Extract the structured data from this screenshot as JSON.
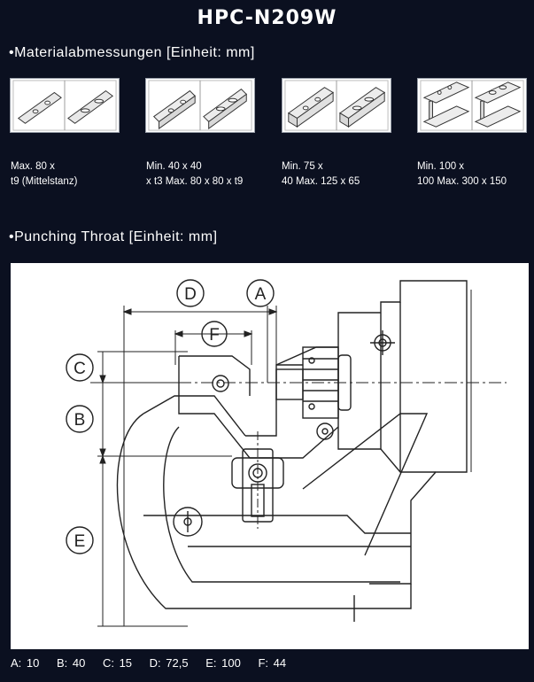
{
  "title": "HPC-N209W",
  "section1": {
    "heading": "•Materialabmessungen [Einheit: mm]"
  },
  "materials": [
    {
      "icon": "flat-bar-icon",
      "line1": "Max. 80 x",
      "line2": "t9 (Mittelstanz)"
    },
    {
      "icon": "angle-iron-icon",
      "line1": "Min. 40 x 40",
      "line2": "x t3 Max. 80 x 80 x t9"
    },
    {
      "icon": "channel-icon",
      "line1": "Min. 75 x",
      "line2": "40 Max. 125 x 65"
    },
    {
      "icon": "h-beam-icon",
      "line1": "Min. 100 x",
      "line2": "100 Max. 300 x 150"
    }
  ],
  "section2": {
    "heading": "•Punching Throat [Einheit: mm]"
  },
  "drawing_labels": {
    "A": "A",
    "B": "B",
    "C": "C",
    "D": "D",
    "E": "E",
    "F": "F"
  },
  "dimensions": [
    {
      "label": "A: 10"
    },
    {
      "label": "B: 40"
    },
    {
      "label": "C: 15"
    },
    {
      "label": "D: 72,5"
    },
    {
      "label": "E: 100"
    },
    {
      "label": "F: 44"
    }
  ]
}
